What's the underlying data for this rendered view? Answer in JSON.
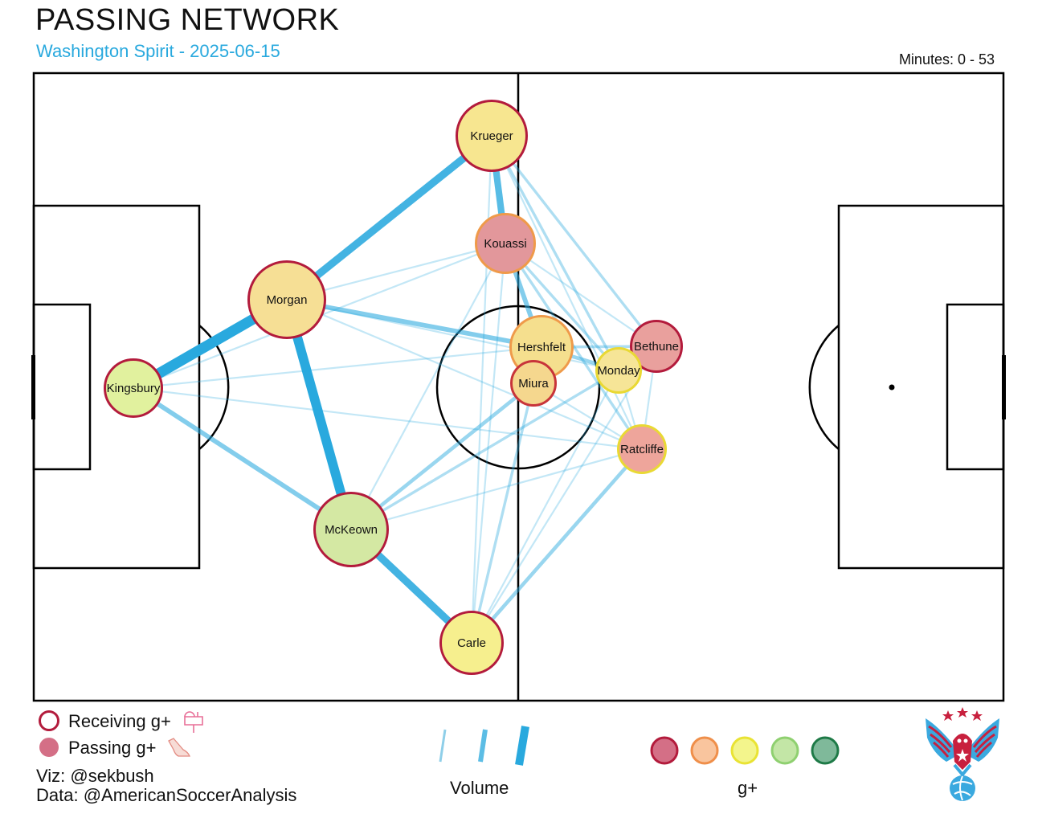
{
  "header": {
    "title": "PASSING NETWORK",
    "subtitle": "Washington Spirit - 2025-06-15",
    "minutes": "Minutes: 0 - 53"
  },
  "colors": {
    "line": "#29a9de",
    "pitch_line": "#000000",
    "scale": [
      "#d46f86",
      "#f9c59e",
      "#f3f58c",
      "#c3e6a6",
      "#7fb99a"
    ],
    "scale_rings": [
      "#b31b3c",
      "#ef8f4a",
      "#e9e334",
      "#8fd070",
      "#1e7a47"
    ]
  },
  "players": [
    {
      "name": "Krueger",
      "fill": "#f7e690",
      "ring": "#b31b3c"
    },
    {
      "name": "Kouassi",
      "fill": "#e2979b",
      "ring": "#ef9a4a"
    },
    {
      "name": "Morgan",
      "fill": "#f6df95",
      "ring": "#b31b3c"
    },
    {
      "name": "Kingsbury",
      "fill": "#e1f19e",
      "ring": "#b31b3c"
    },
    {
      "name": "Hershfelt",
      "fill": "#f5df8e",
      "ring": "#ef9a4a"
    },
    {
      "name": "Miura",
      "fill": "#f5d78e",
      "ring": "#c8343a"
    },
    {
      "name": "Bethune",
      "fill": "#e9a09d",
      "ring": "#b31b3c"
    },
    {
      "name": "Monday",
      "fill": "#f6e597",
      "ring": "#e9d934"
    },
    {
      "name": "Ratcliffe",
      "fill": "#eea59b",
      "ring": "#e9d934"
    },
    {
      "name": "McKeown",
      "fill": "#d4e8a3",
      "ring": "#b31b3c"
    },
    {
      "name": "Carle",
      "fill": "#f6ef8e",
      "ring": "#b31b3c"
    }
  ],
  "legend": {
    "receiving": "Receiving g+",
    "passing": "Passing g+",
    "volume": "Volume",
    "gplus": "g+"
  },
  "credits": {
    "viz": "Viz: @sekbush",
    "data": "Data: @AmericanSoccerAnalysis"
  },
  "logo_icon": "eagle-crest-soccer-ball-icon"
}
